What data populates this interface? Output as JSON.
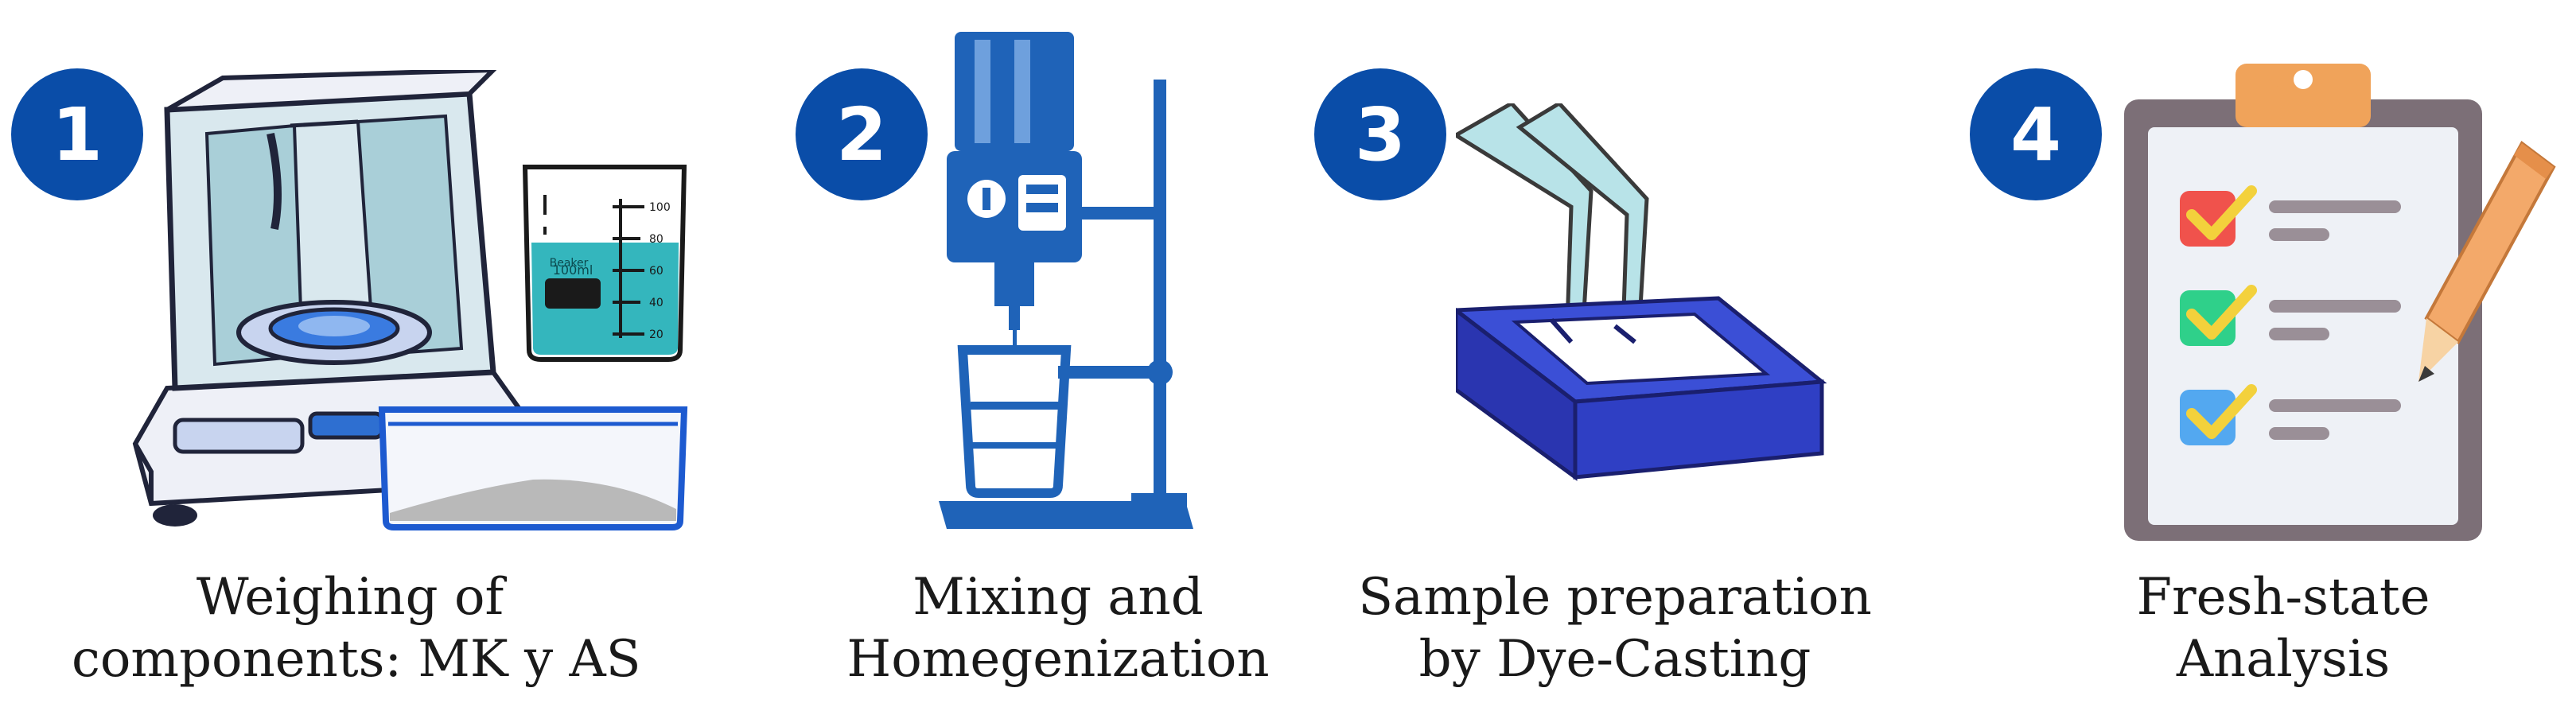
{
  "steps": [
    {
      "number": "1",
      "caption_line1": "Weighing of",
      "caption_line2": "components: MK y AS",
      "beaker_label": "Beaker",
      "beaker_volume": "100ml",
      "beaker_ticks": [
        "100",
        "80",
        "60",
        "40",
        "20"
      ]
    },
    {
      "number": "2",
      "caption_line1": "Mixing and",
      "caption_line2": "Homegenization"
    },
    {
      "number": "3",
      "caption_line1": "Sample preparation",
      "caption_line2": "by Dye-Casting"
    },
    {
      "number": "4",
      "caption_line1": "Fresh-state",
      "caption_line2": "Analysis"
    }
  ],
  "colors": {
    "badge": "#0a4da8",
    "mixer_blue": "#1f63b8",
    "mold_blue": "#2f3fc4",
    "beaker_liquid": "#34b6bd",
    "clipboard_frame": "#7c6f77",
    "clip_orange": "#f0a35a",
    "pencil_orange": "#f3a96a"
  },
  "icons": [
    "analytical-balance-icon",
    "beaker-icon",
    "powder-tray-icon",
    "overhead-stirrer-icon",
    "casting-mold-icon",
    "clipboard-checklist-icon",
    "pencil-icon"
  ]
}
